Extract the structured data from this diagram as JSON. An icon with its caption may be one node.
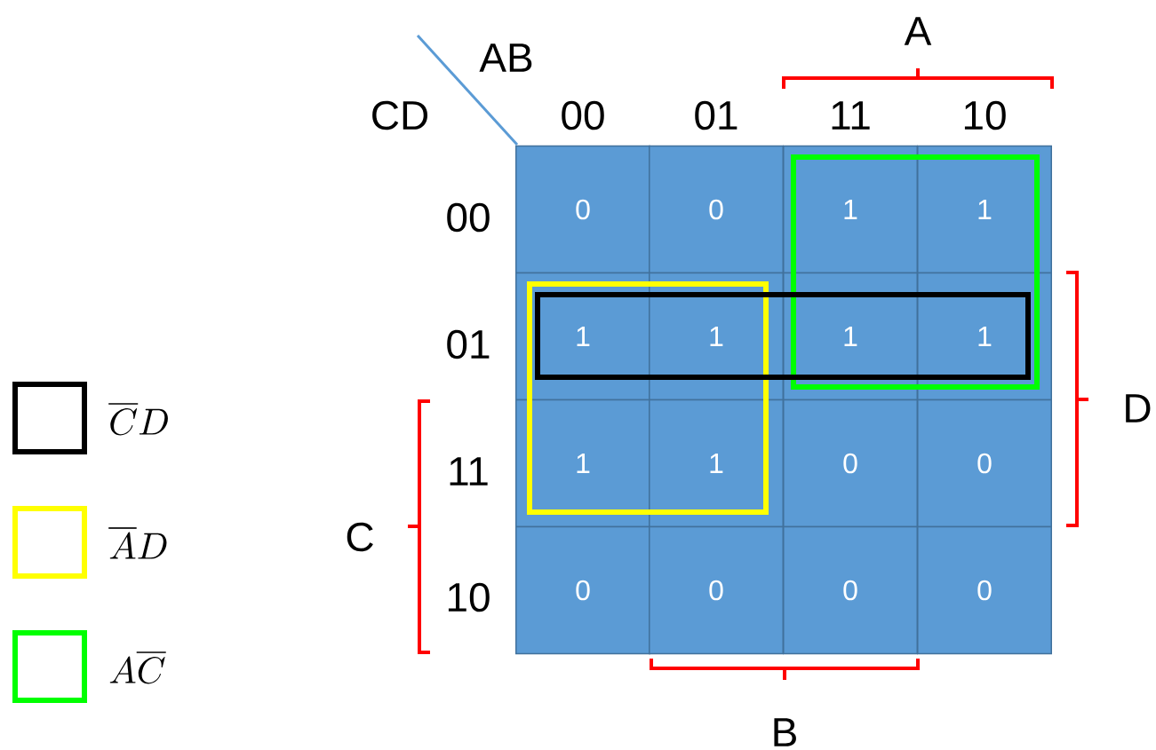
{
  "diagram": {
    "nodes": [
      {
        "text": [
          "0"
        ]
      },
      {
        "text": [
          "0"
        ]
      },
      {
        "text": [
          "1"
        ]
      },
      {
        "text": [
          "1"
        ]
      },
      {
        "text": [
          "1"
        ]
      },
      {
        "text": [
          "1"
        ]
      },
      {
        "text": [
          "1"
        ]
      },
      {
        "text": [
          "1"
        ]
      },
      {
        "text": [
          "1"
        ]
      },
      {
        "text": [
          "1"
        ]
      },
      {
        "text": [
          "0"
        ]
      },
      {
        "text": [
          "0"
        ]
      },
      {
        "text": [
          "0"
        ]
      },
      {
        "text": [
          "0"
        ]
      },
      {
        "text": [
          "0"
        ]
      },
      {
        "text": [
          "0"
        ]
      },
      {
        "text": [],
        "shape": "box"
      },
      {
        "text": [],
        "shape": "box"
      },
      {
        "text": [],
        "shape": "box"
      }
    ],
    "labels": [
      "A",
      "AB",
      "CD",
      "00",
      "01",
      "11",
      "10",
      "00",
      "01",
      "D",
      "11",
      "C",
      "10",
      "B"
    ],
    "legend": [
      {
        "text": "\\overline{C}D",
        "color": "#000000"
      },
      {
        "text": "\\overline{A}D",
        "color": "#ffff00"
      },
      {
        "text": "A\\overline{C}",
        "color": "#00ff00"
      }
    ]
  }
}
